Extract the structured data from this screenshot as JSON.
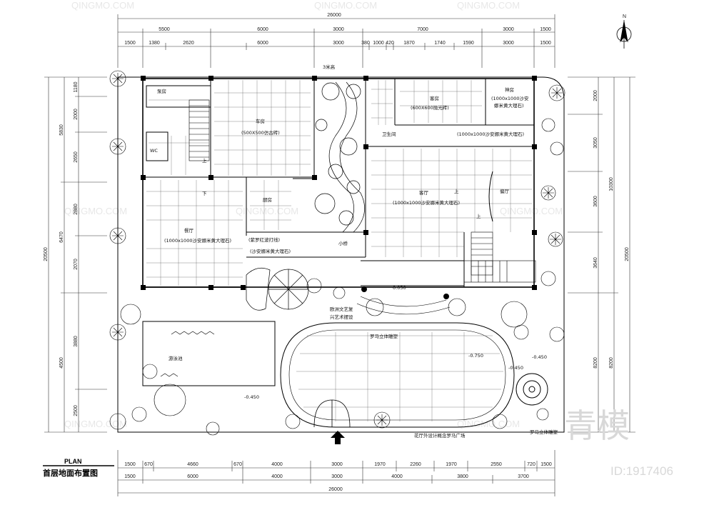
{
  "drawing_title": "首层地面布置图",
  "plan_label": "PLAN",
  "north_label": "N",
  "watermark": {
    "brand": "青模",
    "id": "ID:1917406",
    "small": "QINGMO.COM"
  },
  "top_dims": {
    "total": "26000",
    "row1": [
      "5500",
      "6000",
      "3000",
      "7000",
      "3000",
      "1500"
    ],
    "row2": [
      "1500",
      "1380",
      "2620",
      "6000",
      "3000",
      "380",
      "1000",
      "420",
      "1870",
      "1740",
      "1590",
      "3000",
      "1500"
    ]
  },
  "bottom_dims": {
    "total": "26000",
    "row1": [
      "1500",
      "670",
      "4660",
      "670",
      "4000",
      "3000",
      "1970",
      "2260",
      "1970",
      "2550",
      "720",
      "1500"
    ],
    "row2": [
      "1500",
      "6000",
      "4000",
      "3000",
      "4000",
      "3800",
      "3700"
    ]
  },
  "left_dims": {
    "total": "20500",
    "outer": [
      "5830",
      "6470",
      "4500"
    ],
    "inner": [
      "1180",
      "2000",
      "2650",
      "2880",
      "2070",
      "3880",
      "2500"
    ]
  },
  "right_dims": {
    "total": "20500",
    "outer": [
      "10300",
      "8200"
    ],
    "inner": [
      "2000",
      "3050",
      "3600",
      "3640",
      "8200"
    ]
  },
  "rooms": {
    "pump": "泵房",
    "wc": "WC",
    "garage": "车房",
    "garage_floor": "(500X500仿古砖)",
    "kitchen": "厨房",
    "dining": "餐厅",
    "dining_floor": "(1000x1000沙安娜米黄大理石)",
    "band1": "(紫罗红波打线)",
    "band2": "(沙安娜米黄大理石)",
    "bridge": "小桥",
    "height_note": "3米高",
    "guest": "客房",
    "guest_floor": "(600X600抛光砖)",
    "shrine": "神房",
    "shrine_floor1": "(1000x1000沙安",
    "shrine_floor2": "娜米黄大理石)",
    "bathroom": "卫生间",
    "corridor_floor": "(1000x1000沙安娜米黄大理石)",
    "living": "客厅",
    "living_floor": "(1000x1000沙安娜米黄大理石)",
    "side_hall": "偏厅",
    "up1": "上",
    "up2": "上",
    "down": "下",
    "up3": "上",
    "pool": "游泳池",
    "art1": "欧洲文艺复",
    "art2": "兴艺术摆设",
    "sculpture": "罗马立体雕塑",
    "sculpture2": "罗马立体雕塑",
    "plaza": "花厅外设计概念罗马广场",
    "level1": "0.050",
    "level2": "-0.750",
    "level3": "-0.450",
    "level4": "-0.450",
    "level5": "-0.450"
  }
}
